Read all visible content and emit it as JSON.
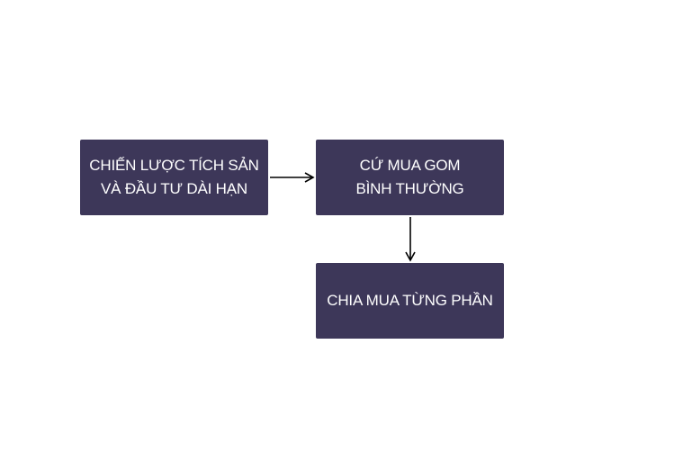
{
  "diagram": {
    "nodes": {
      "strategy": {
        "lines": [
          "CHIẾN LƯỢC TÍCH SẢN",
          "VÀ ĐẦU TƯ DÀI HẠN"
        ]
      },
      "buy": {
        "lines": [
          "CỨ MUA GOM",
          "BÌNH THƯỜNG"
        ]
      },
      "split": {
        "lines": [
          "CHIA MUA TỪNG PHẦN"
        ]
      }
    },
    "edges": [
      {
        "from": "strategy",
        "to": "buy"
      },
      {
        "from": "buy",
        "to": "split"
      }
    ],
    "colors": {
      "node_fill": "#3d3759",
      "node_text": "#ffffff",
      "arrow": "#000000"
    }
  }
}
